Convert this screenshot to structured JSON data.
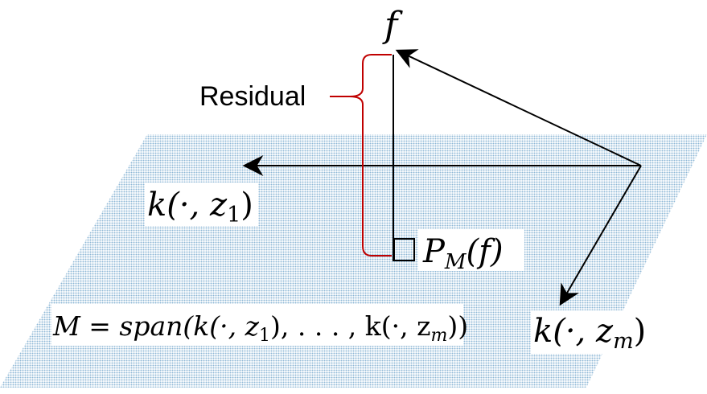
{
  "diagram": {
    "vector_f_label": "f",
    "residual_label": "Residual",
    "kernel_z1_label": "k(·, z",
    "kernel_z1_sub": "1",
    "kernel_zm_label": "k(·, z",
    "kernel_zm_sub": "m",
    "projection_label": "P",
    "projection_sub": "M",
    "projection_arg": "(f)",
    "subspace_label_prefix": "M = span(k(·, z",
    "subspace_label_sub1": "1",
    "subspace_label_mid": "), . . . , k(·, z",
    "subspace_label_subm": "m",
    "subspace_label_suffix": "))",
    "colors": {
      "plane": "#9ec3dc",
      "arrows": "#000000",
      "brace": "#c00000",
      "right_angle": "#000000"
    }
  }
}
